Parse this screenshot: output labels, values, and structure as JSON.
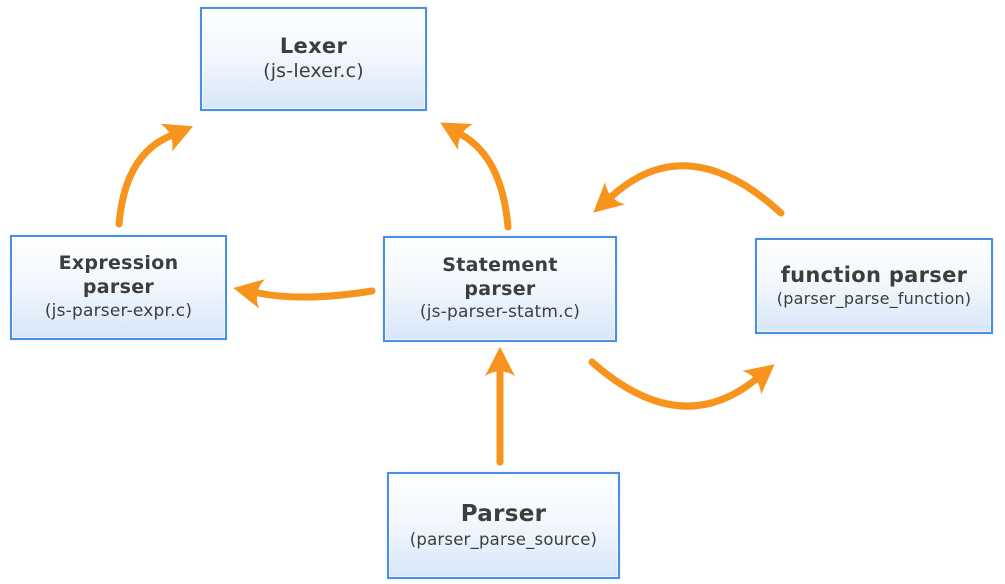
{
  "diagram": {
    "nodes": {
      "lexer": {
        "title": "Lexer",
        "file": "(js-lexer.c)"
      },
      "expression_parser": {
        "title": "Expression parser",
        "file": "(js-parser-expr.c)"
      },
      "statement_parser": {
        "title": "Statement parser",
        "file": "(js-parser-statm.c)"
      },
      "function_parser": {
        "title": "function parser",
        "file": "(parser_parse_function)"
      },
      "parser": {
        "title": "Parser",
        "file": "(parser_parse_source)"
      }
    },
    "edges": [
      {
        "from": "expression_parser",
        "to": "lexer"
      },
      {
        "from": "statement_parser",
        "to": "lexer"
      },
      {
        "from": "statement_parser",
        "to": "expression_parser"
      },
      {
        "from": "parser",
        "to": "statement_parser"
      },
      {
        "from": "function_parser",
        "to": "statement_parser"
      },
      {
        "from": "statement_parser",
        "to": "function_parser"
      }
    ],
    "colors": {
      "arrow": "#F7941D",
      "box_border": "#4A90E2",
      "box_fill_top": "#FEFFFF",
      "box_fill_bottom": "#D7E6F8",
      "text": "#3D3D3D"
    }
  }
}
